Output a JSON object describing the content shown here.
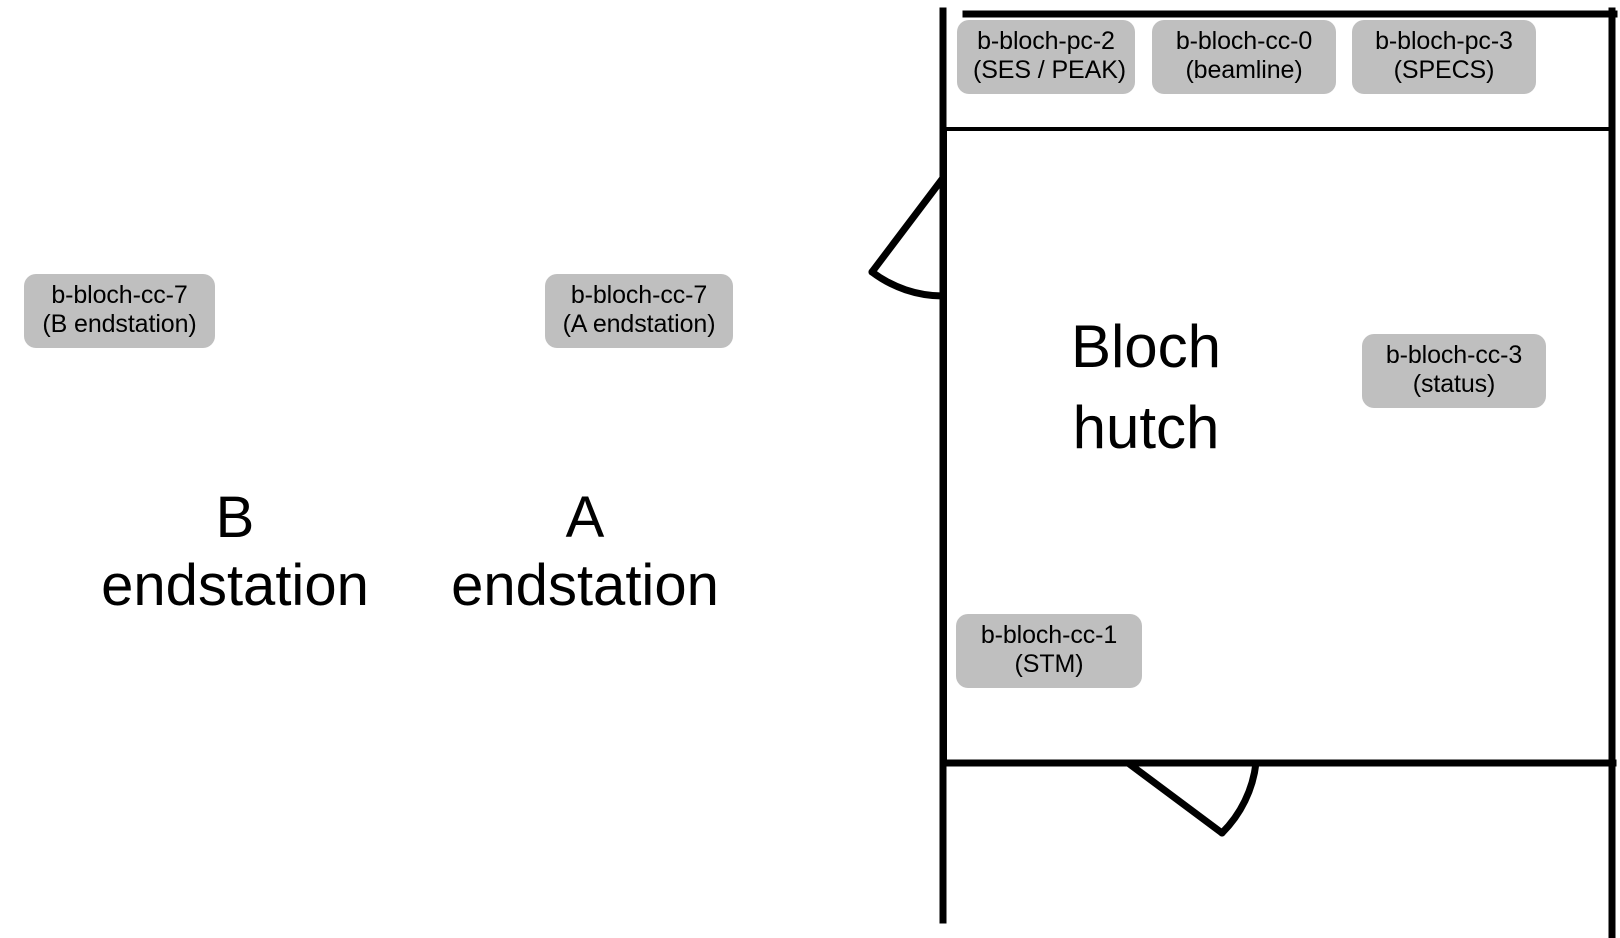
{
  "figure": {
    "type": "floorplan-diagram",
    "background_color": "#ffffff",
    "wall_color": "#000000",
    "badge_color": "#bfbfbf",
    "text_color": "#000000"
  },
  "rooms": [
    {
      "id": "b-endstation",
      "caption_line1": "B",
      "caption_line2": "endstation"
    },
    {
      "id": "a-endstation",
      "caption_line1": "A",
      "caption_line2": "endstation"
    },
    {
      "id": "bloch-hutch",
      "caption_line1": "Bloch",
      "caption_line2": "hutch"
    }
  ],
  "badges": {
    "pc2": {
      "name": "b-bloch-pc-2",
      "role": "(SES / PEAK)"
    },
    "cc0": {
      "name": "b-bloch-cc-0",
      "role": "(beamline)"
    },
    "pc3": {
      "name": "b-bloch-pc-3",
      "role": "(SPECS)"
    },
    "cc7_b": {
      "name": "b-bloch-cc-7",
      "role": "(B endstation)"
    },
    "cc7_a": {
      "name": "b-bloch-cc-7",
      "role": "(A endstation)"
    },
    "cc3": {
      "name": "b-bloch-cc-3",
      "role": "(status)"
    },
    "cc1": {
      "name": "b-bloch-cc-1",
      "role": "(STM)"
    }
  },
  "doors": [
    {
      "id": "hutch-door-upper-left",
      "swing": "counter-clockwise"
    },
    {
      "id": "hutch-door-lower",
      "swing": "clockwise"
    }
  ]
}
